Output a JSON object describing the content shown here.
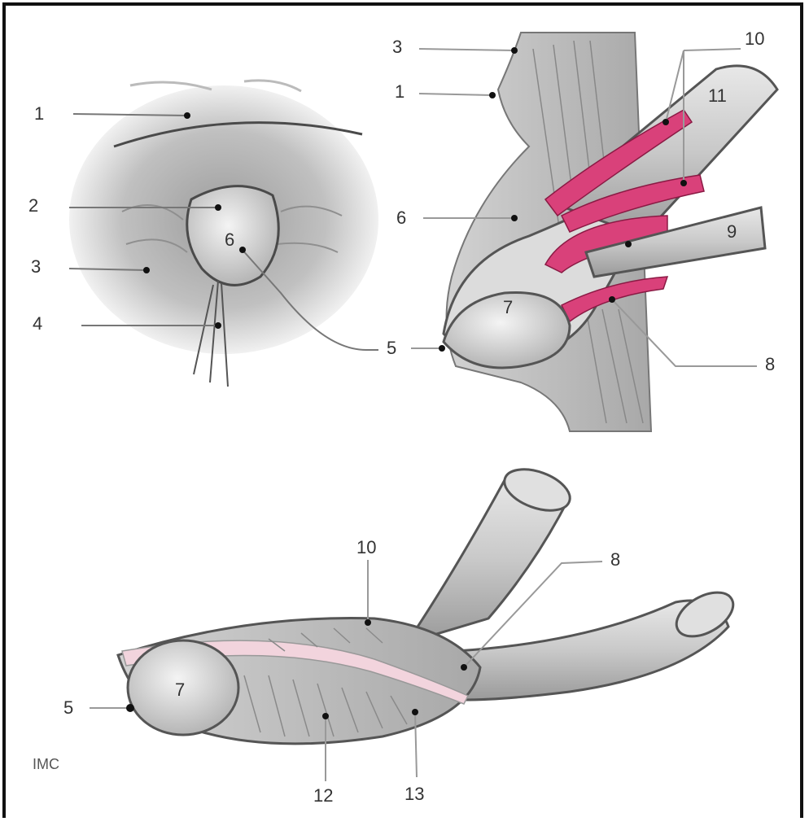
{
  "figure": {
    "corner_mark": "IMC",
    "labels": {
      "top_left": {
        "l1": "1",
        "l2": "2",
        "l3": "3",
        "l4": "4",
        "l5": "5",
        "l6": "6"
      },
      "top_right": {
        "l3": "3",
        "l1": "1",
        "l10": "10",
        "l11": "11",
        "l6": "6",
        "l9": "9",
        "l7": "7",
        "l5": "5",
        "l8": "8"
      },
      "bottom": {
        "l10": "10",
        "l8": "8",
        "l5": "5",
        "l7": "7",
        "l12": "12",
        "l13": "13"
      }
    }
  },
  "colors": {
    "vessel_red": "#d9417a",
    "tissue_gray": "#b9b9b9",
    "line": "#555555",
    "frame": "#111111"
  }
}
